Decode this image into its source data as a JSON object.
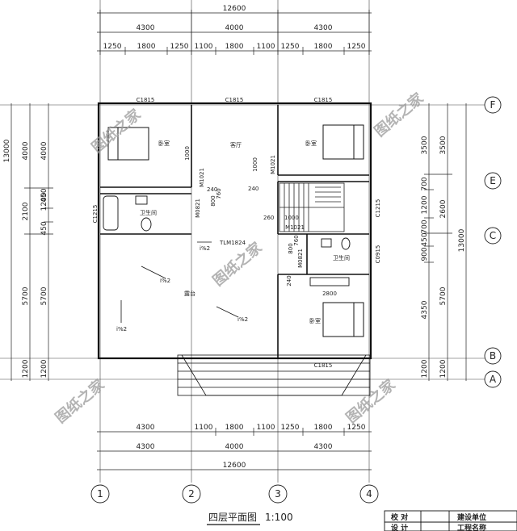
{
  "drawing": {
    "title": "四层平面图",
    "scale": "1:100",
    "watermark": "图纸之家"
  },
  "dimensions": {
    "top_overall": "12600",
    "top_bays": [
      "4300",
      "4000",
      "4300"
    ],
    "top_openings": [
      "1250",
      "1800",
      "1250",
      "1100",
      "1800",
      "1100",
      "1250",
      "1800",
      "1250"
    ],
    "bottom_openings": [
      "4300",
      "1100",
      "1800",
      "1100",
      "1250",
      "1800",
      "1250"
    ],
    "bottom_bays": [
      "4300",
      "4000",
      "4300"
    ],
    "bottom_overall": "12600",
    "left_outer": [
      "4000",
      "2100",
      "5700",
      "1200"
    ],
    "left_overall": "13000",
    "left_inner": [
      "4000",
      "1200",
      "450",
      "450",
      "5700",
      "1200"
    ],
    "right_outer": [
      "3500",
      "2600",
      "5700",
      "1200"
    ],
    "right_overall": "13000",
    "right_inner": [
      "3500",
      "700",
      "1200",
      "700",
      "450",
      "900",
      "4350",
      "1200"
    ]
  },
  "axes": {
    "columns": [
      "1",
      "2",
      "3",
      "4"
    ],
    "rows": [
      "F",
      "E",
      "C",
      "B",
      "A"
    ]
  },
  "rooms": {
    "bedroom_nw": "卧室",
    "living": "客厅",
    "bedroom_ne": "卧室",
    "bath_w": "卫生间",
    "terrace": "露台",
    "bath_e": "卫生间",
    "bedroom_se": "卧室"
  },
  "openings": {
    "c1815_1": "C1815",
    "c1815_2": "C1815",
    "c1815_3": "C1815",
    "c1815_4": "C1815",
    "c1215_w": "C1215",
    "c1215_e": "C1215",
    "c0915": "C0915",
    "m1021_a": "M1021",
    "m1021_b": "M1021",
    "m1021_c": "M1021",
    "m0821_a": "M0821",
    "m0821_b": "M0821",
    "tlm1824": "TLM1824"
  },
  "interior_dims": {
    "d1000_a": "1000",
    "d240_a": "240",
    "d1000_b": "1000",
    "d240_b": "240",
    "d260": "260",
    "d1000_c": "1000",
    "d800_a": "800",
    "d760_a": "760",
    "d800_b": "800",
    "d760_b": "760",
    "d240_c": "240",
    "d2800": "2800"
  },
  "slopes": [
    "i%2",
    "i%2",
    "i%2",
    "i%2"
  ],
  "title_block": {
    "row1_left": "校 对",
    "row1_right": "建设单位",
    "row2_left": "设 计",
    "row2_right": "工程名称"
  }
}
